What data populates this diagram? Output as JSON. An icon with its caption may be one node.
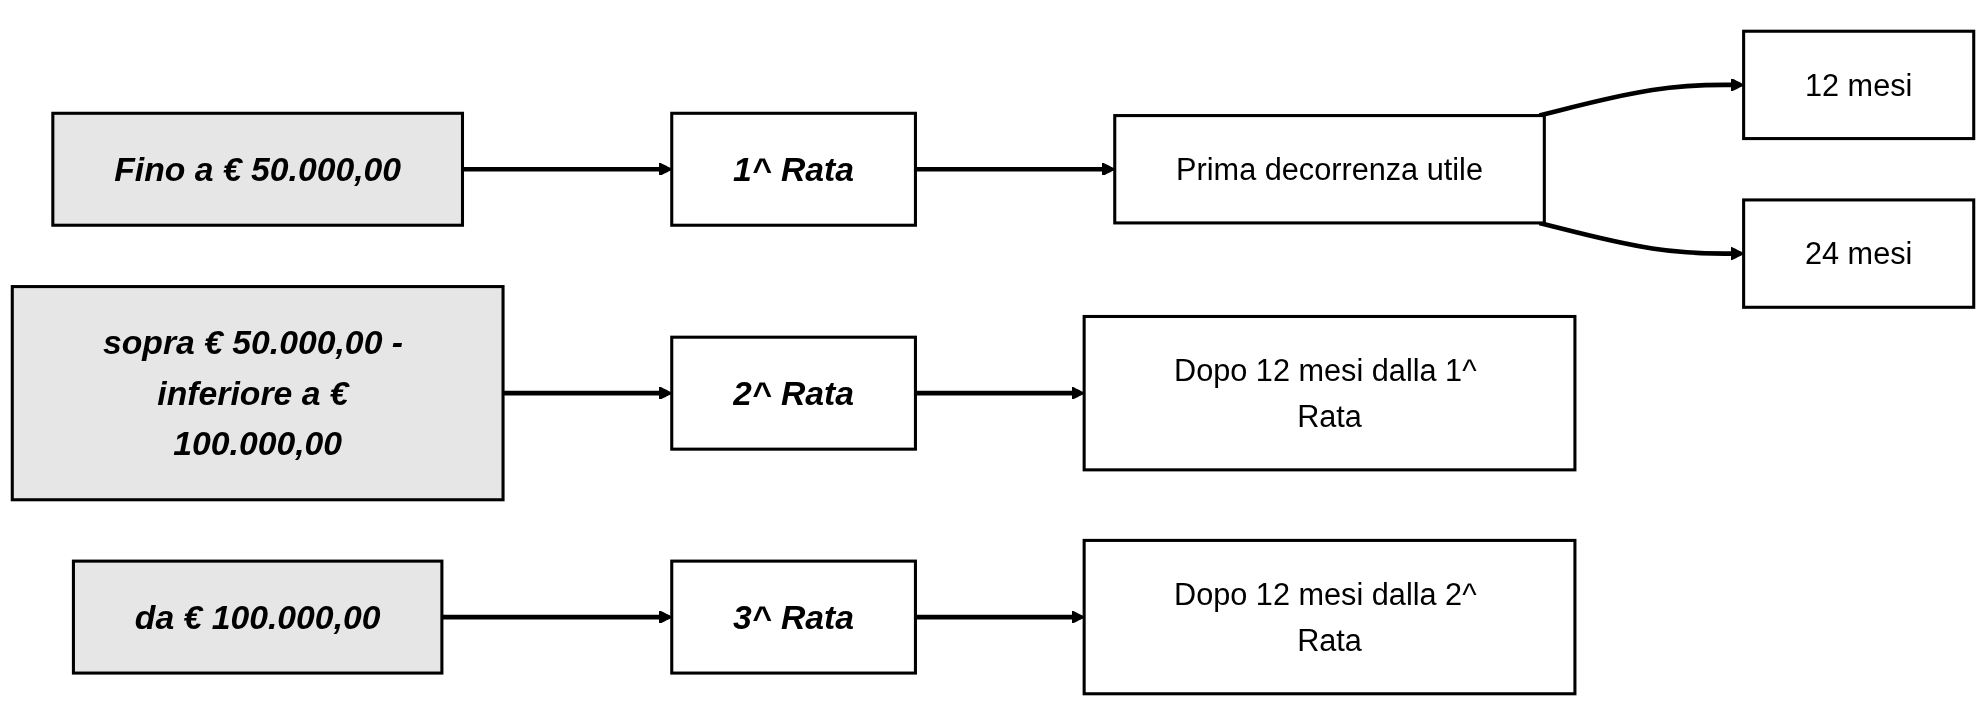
{
  "diagram": {
    "nodes": [
      {
        "text": [
          "Fino a € 50.000,00"
        ]
      },
      {
        "text": [
          "1^ Rata"
        ]
      },
      {
        "text": [
          "Prima decorrenza utile"
        ]
      },
      {
        "text": [
          "12 mesi"
        ]
      },
      {
        "text": [
          "24 mesi"
        ]
      },
      {
        "text": [
          "sopra € 50.000,00 - inferiore a € 100.000,00"
        ]
      },
      {
        "text": [
          "2^ Rata"
        ]
      },
      {
        "text": [
          "Dopo 12 mesi dalla 1^ Rata"
        ]
      },
      {
        "text": [
          "da € 100.000,00"
        ]
      },
      {
        "text": [
          "3^ Rata"
        ]
      },
      {
        "text": [
          "Dopo 12 mesi dalla 2^ Rata"
        ]
      }
    ],
    "edges": [
      {
        "from": 0,
        "to": 1,
        "arrow": "to"
      },
      {
        "from": 1,
        "to": 2,
        "arrow": "to"
      },
      {
        "from": 2,
        "to": 3,
        "arrow": "to"
      },
      {
        "from": 2,
        "to": 4,
        "arrow": "to"
      },
      {
        "from": 5,
        "to": 6,
        "arrow": "to"
      },
      {
        "from": 6,
        "to": 7,
        "arrow": "to"
      },
      {
        "from": 8,
        "to": 9,
        "arrow": "to"
      },
      {
        "from": 9,
        "to": 10,
        "arrow": "to"
      }
    ]
  }
}
